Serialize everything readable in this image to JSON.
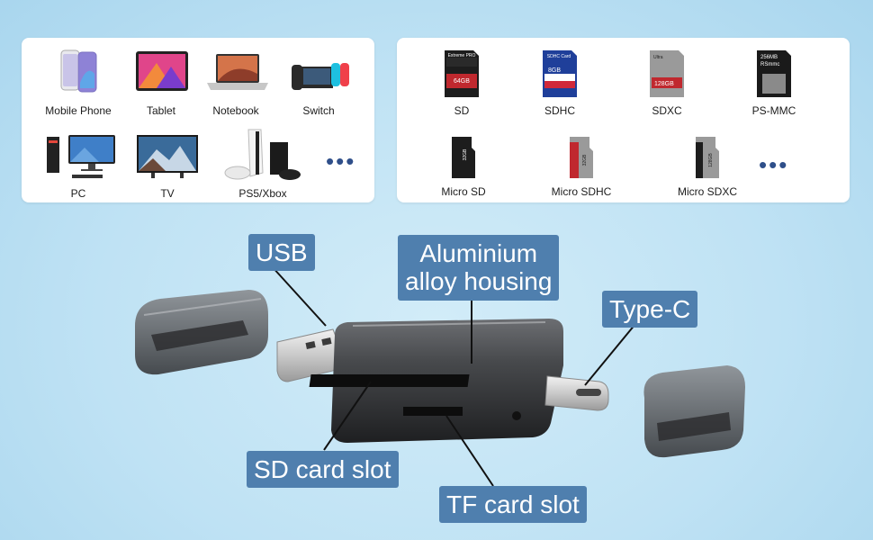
{
  "devices": {
    "items": [
      {
        "label": "Mobile Phone",
        "icon": "mobile-phone-icon"
      },
      {
        "label": "Tablet",
        "icon": "tablet-icon"
      },
      {
        "label": "Notebook",
        "icon": "notebook-icon"
      },
      {
        "label": "Switch",
        "icon": "switch-console-icon"
      },
      {
        "label": "PC",
        "icon": "pc-icon"
      },
      {
        "label": "TV",
        "icon": "tv-icon"
      },
      {
        "label": "PS5/Xbox",
        "icon": "game-console-icon"
      }
    ],
    "more": "•••"
  },
  "cards": {
    "items": [
      {
        "label": "SD",
        "icon": "sd-card-icon",
        "card_text": "Extreme PRO",
        "capacity": "64GB"
      },
      {
        "label": "SDHC",
        "icon": "sdhc-card-icon",
        "card_text": "SDHC Card",
        "capacity": "8GB"
      },
      {
        "label": "SDXC",
        "icon": "sdxc-card-icon",
        "card_text": "Ultra",
        "capacity": "128GB"
      },
      {
        "label": "PS-MMC",
        "icon": "ps-mmc-card-icon",
        "card_text": "256MB",
        "capacity": "RSmmc"
      },
      {
        "label": "Micro SD",
        "icon": "micro-sd-card-icon",
        "capacity": "32GB"
      },
      {
        "label": "Micro SDHC",
        "icon": "micro-sdhc-card-icon",
        "capacity": "32GB"
      },
      {
        "label": "Micro SDXC",
        "icon": "micro-sdxc-card-icon",
        "capacity": "128GB"
      }
    ],
    "more": "•••"
  },
  "callouts": {
    "usb": "USB",
    "housing_line1": "Aluminium",
    "housing_line2": "alloy housing",
    "type_c": "Type-C",
    "sd_slot": "SD card slot",
    "tf_slot": "TF card slot"
  },
  "colors": {
    "callout_bg": "#4f7fae",
    "background": "#c0e3f5",
    "more_dots": "#2f4f8a"
  }
}
